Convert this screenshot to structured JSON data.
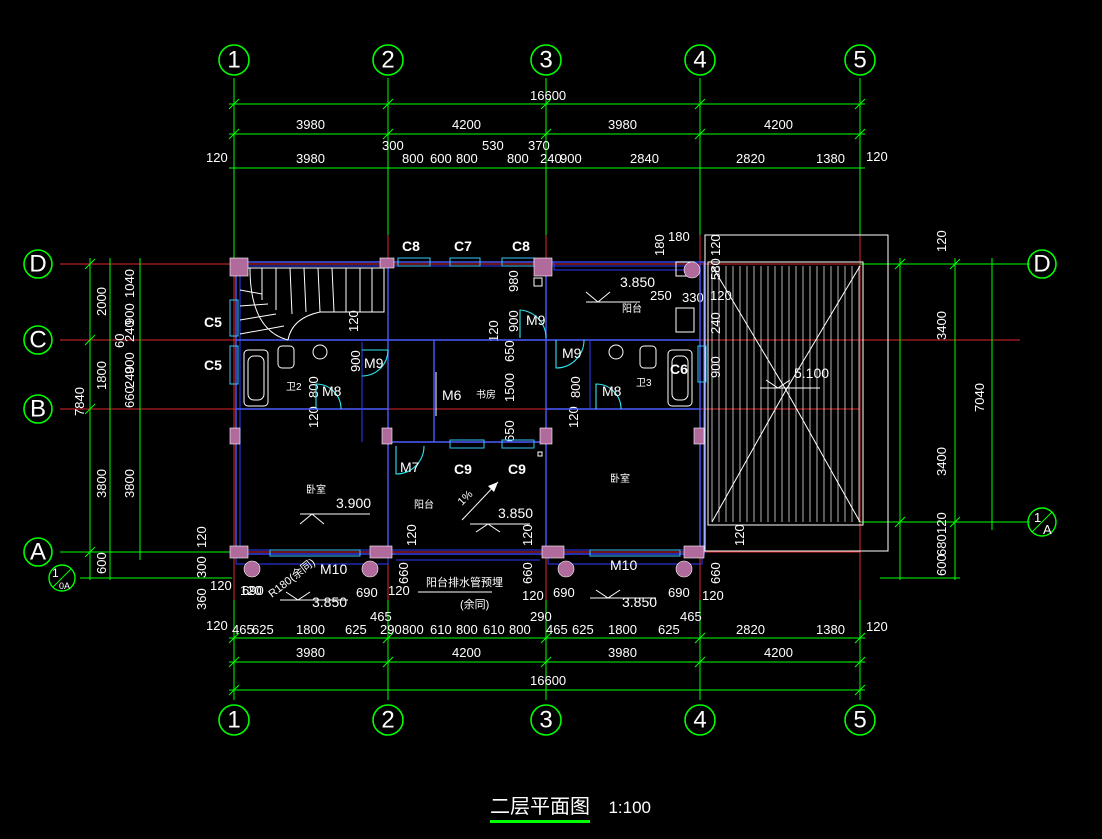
{
  "axes_vertical": [
    "1",
    "2",
    "3",
    "4",
    "5"
  ],
  "axes_horizontal": [
    "D",
    "C",
    "B",
    "A"
  ],
  "axis_sub_right": {
    "num": "1",
    "den": "A"
  },
  "axis_sub_left": {
    "num": "1",
    "den": "0A"
  },
  "dims": {
    "total": "16600",
    "top_bays": [
      "3980",
      "4200",
      "3980",
      "4200"
    ],
    "top_detail": [
      "120",
      "3980",
      "300",
      "800",
      "600",
      "800",
      "530",
      "800",
      "370",
      "240",
      "900",
      "2840",
      "2820",
      "1380",
      "120"
    ],
    "bottom_detail": [
      "120",
      "465",
      "625",
      "1800",
      "625",
      "290",
      "800",
      "610",
      "800",
      "610",
      "800",
      "465",
      "625",
      "1800",
      "625",
      "2820",
      "1380",
      "120"
    ],
    "bottom_bays": [
      "3980",
      "4200",
      "3980",
      "4200"
    ],
    "left_outer": [
      "2000",
      "1800",
      "3800",
      "600"
    ],
    "left_inner": [
      "1040",
      "900",
      "240",
      "60",
      "900",
      "240",
      "660",
      "3800"
    ],
    "left_total": "7840",
    "right_outer": [
      "120",
      "3400",
      "3400",
      "120",
      "600",
      "680"
    ],
    "right_total": "7040",
    "misc": [
      "180",
      "120",
      "580",
      "250",
      "330",
      "120",
      "240",
      "900",
      "120",
      "650",
      "1500",
      "650",
      "980",
      "900",
      "120",
      "800",
      "120",
      "800",
      "120",
      "120",
      "120",
      "660",
      "660",
      "660",
      "120",
      "120",
      "690",
      "690",
      "690",
      "690",
      "120",
      "120",
      "360",
      "300",
      "120",
      "465",
      "465",
      "290",
      "120",
      "120"
    ]
  },
  "windows": [
    "C8",
    "C7",
    "C8",
    "C5",
    "C5",
    "C9",
    "C9",
    "C6"
  ],
  "doors": [
    "M9",
    "M9",
    "M9",
    "M8",
    "M8",
    "M6",
    "M7",
    "M10",
    "M10"
  ],
  "rooms": {
    "wc2": "卫2",
    "wc3": "卫3",
    "study": "书房",
    "bed_left": "卧室",
    "bed_right": "卧室",
    "balcony_top": "阳台",
    "balcony_mid": "阳台"
  },
  "levels": [
    "3.850",
    "3.900",
    "3.850",
    "5.100",
    "3.850",
    "3.850"
  ],
  "slope": "1%",
  "note1": "阳台排水管预埋",
  "note2": "(余同)",
  "note_pipe": "R180(余同)",
  "title": "二层平面图",
  "scale": "1:100",
  "colors": {
    "axis": "#00ff00",
    "grid": "#e0262b",
    "wall": "#4a5bff",
    "column": "#b06a9c",
    "window": "#37c6ff",
    "text": "#ffffff"
  }
}
